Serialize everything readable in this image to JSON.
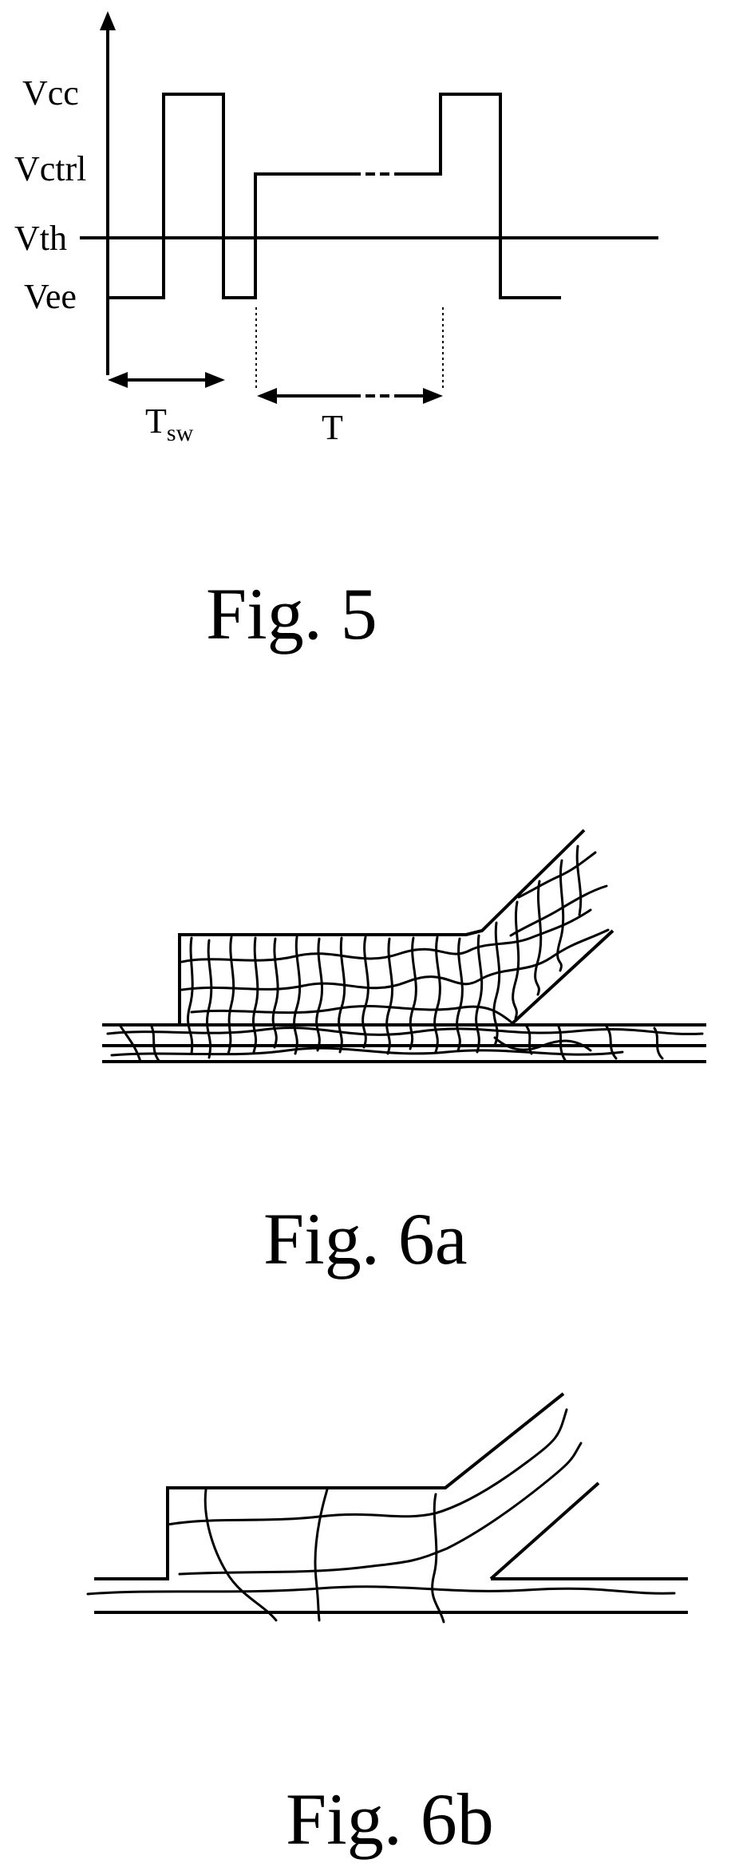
{
  "fig5": {
    "label_vcc": "Vcc",
    "label_vctrl": "Vctrl",
    "label_vth": "Vth",
    "label_vee": "Vee",
    "label_tsw_main": "T",
    "label_tsw_sub": "sw",
    "label_t": "T",
    "caption": "Fig. 5"
  },
  "fig6a": {
    "caption": "Fig. 6a"
  },
  "fig6b": {
    "caption": "Fig. 6b"
  }
}
